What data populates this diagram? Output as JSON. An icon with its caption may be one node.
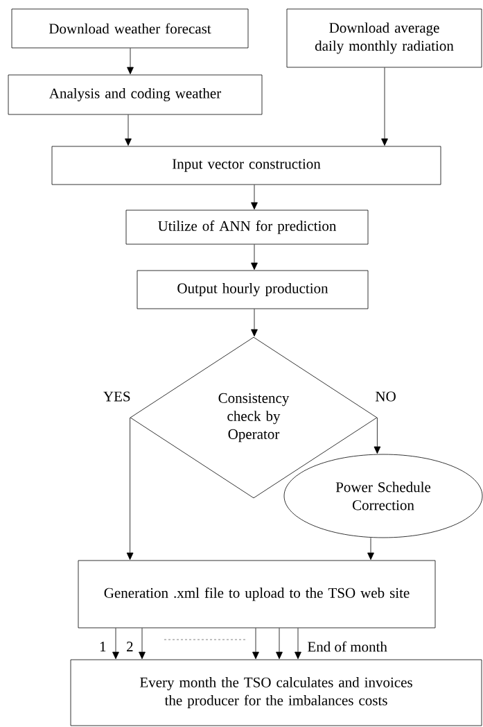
{
  "diagram": {
    "nodes": [
      {
        "text": [
          "Download weather forecast"
        ]
      },
      {
        "text": [
          "Analysis and coding weather"
        ]
      },
      {
        "text": [
          "Download average daily monthly radiation"
        ]
      },
      {
        "text": [
          "Input vector construction"
        ]
      },
      {
        "text": [
          "Utilize of ANN for prediction"
        ]
      },
      {
        "text": [
          "Output hourly production"
        ]
      },
      {
        "text": [
          "Consistency check by Operator"
        ]
      },
      {
        "text": [
          "Power Schedule Correction"
        ]
      },
      {
        "text": [
          "Generation .xml file to upload to the TSO web site"
        ]
      },
      {
        "text": [
          "Every month the TSO calculates and invoices the producer for the imbalances costs"
        ]
      }
    ],
    "edges": [
      {
        "from": 0,
        "to": 1,
        "arrow": "to"
      },
      {
        "from": 1,
        "to": 3,
        "arrow": "to"
      },
      {
        "from": 2,
        "to": 3,
        "arrow": "to"
      },
      {
        "from": 3,
        "to": 4,
        "arrow": "to"
      },
      {
        "from": 4,
        "to": 5,
        "arrow": "to"
      },
      {
        "from": 5,
        "to": 6,
        "arrow": "to"
      },
      {
        "from": 6,
        "to": 8,
        "arrow": "to",
        "label": "YES"
      },
      {
        "from": 6,
        "to": 7,
        "arrow": "to",
        "label": "NO"
      },
      {
        "from": 7,
        "to": 8,
        "arrow": "to"
      },
      {
        "from": 8,
        "to": 9,
        "arrow": "to",
        "label": "1"
      },
      {
        "from": 8,
        "to": 9,
        "arrow": "to",
        "label": "2"
      },
      {
        "from": 8,
        "to": 9,
        "arrow": "to"
      },
      {
        "from": 8,
        "to": 9,
        "arrow": "to"
      },
      {
        "from": 8,
        "to": 9,
        "arrow": "to",
        "label": "End of month"
      }
    ]
  }
}
